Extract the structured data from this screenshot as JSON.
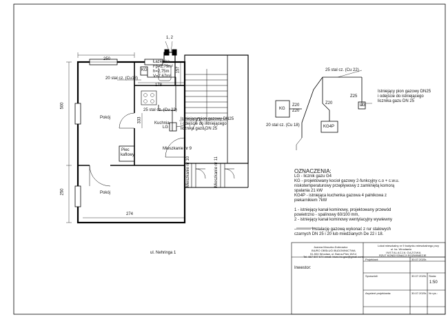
{
  "plan": {
    "riser_labels": "1, 2",
    "dim_250_top": "250",
    "dim_500": "500",
    "dim_250_side": "250",
    "dim_274": "274",
    "dim_178": "178",
    "dim_157": "157",
    "dim_333": "333",
    "pipe_cu18": "20 stal cz. (Cu18)",
    "pipe_cu22": "25 stal cz. (Cu 22)",
    "bathroom_title": "Łazienka",
    "bathroom_fp": "Fp=2,79m²",
    "bathroom_h": "h=2,75m",
    "bathroom_v": "V=7,67m³",
    "kg_label": "KG",
    "room_pokoj_top": "Pokój",
    "room_pokoj_bottom": "Pokój",
    "room_kuchnia": "Kuchnia",
    "lg_label": "LG",
    "stove_label_1": "Piec",
    "stove_label_2": "kaflowy",
    "flat_label": "Mieszkanie nr 9",
    "flat_10": "Mieszkanie nr 10",
    "flat_11": "Mieszkanie nr 11",
    "existing_pipe_1": "Istniejący pion gazowy DN25",
    "existing_pipe_2": "i odejście do istniejącego",
    "existing_pipe_3": "licznika gazu DN 25",
    "street": "ul. Nehringa 1"
  },
  "iso": {
    "pipe_cu22": "25 stal cz. (Cu 22)",
    "pipe_cu18": "20 stal cz. (Cu 18)",
    "kg": "KG",
    "kg4p": "KG4P",
    "lg": "LG",
    "z20_a": "Z20",
    "z20_b": "Z20",
    "z20_c": "Z20",
    "z25": "Z25",
    "existing_1": "Istniejący pion gazowy DN25",
    "existing_2": "i odejście do istniejącego",
    "existing_3": "licznika gazu DN 25"
  },
  "legend": {
    "title": "OZNACZENIA:",
    "lines": [
      "LG - licznik gazu G4",
      "KG -  projektowany kocioł gazowy 2-funkcyjny c.o + c.w.u.",
      "niskotemperaturowy przepływowy z zamkniętą komorą",
      "spalania  21 kW",
      "KG4P - istniejąca kuchenka gazowa 4 palnikowa z",
      "piekarnikiem 7kW",
      "",
      "1 - istniejący kanał kominowy, projektowany przewód",
      "powietrzno - spalinowy 60/100 mm,",
      "2 - istniejący kanał kominowy wentylacyjny wywiewny",
      "",
      "———— Instalację gazową wykonać z rur stalowych",
      "czarnych DN 25 i 20 lub miedzianych De 22 i 18."
    ]
  },
  "titleblock": {
    "company_1": "Joanna Mroczko-Dobrowicz",
    "company_2": "BIURO OBSŁUGI BUDOWNICTWA",
    "company_3": "51-504 Wrocław, ul. Barna-Pieś 15/14",
    "company_4": "Tel. 667 597 674 email: biuro.bo.gaz@gmail.com",
    "project_1": "Lokal mieszkalny nr 9 budynku mieszkalnego przy",
    "project_2": "ul. ks. Wrocławiu",
    "project_3": "INSTALACJA GAZOWA",
    "project_4": "RZUT KONDYGNACJI ROZWINIĘCIE",
    "investor": "Inwestor:",
    "projektant": "Projektant:",
    "sprawdzil": "Sprawdził:",
    "asystent": "Asystent projektanta:",
    "date_1": "30.07.2020r.",
    "date_2": "30.07.2020r.",
    "date_3": "30.07.2020r.",
    "skala_label": "Skala:",
    "skala": "1:50",
    "nr_label": "Nr rys.:"
  }
}
